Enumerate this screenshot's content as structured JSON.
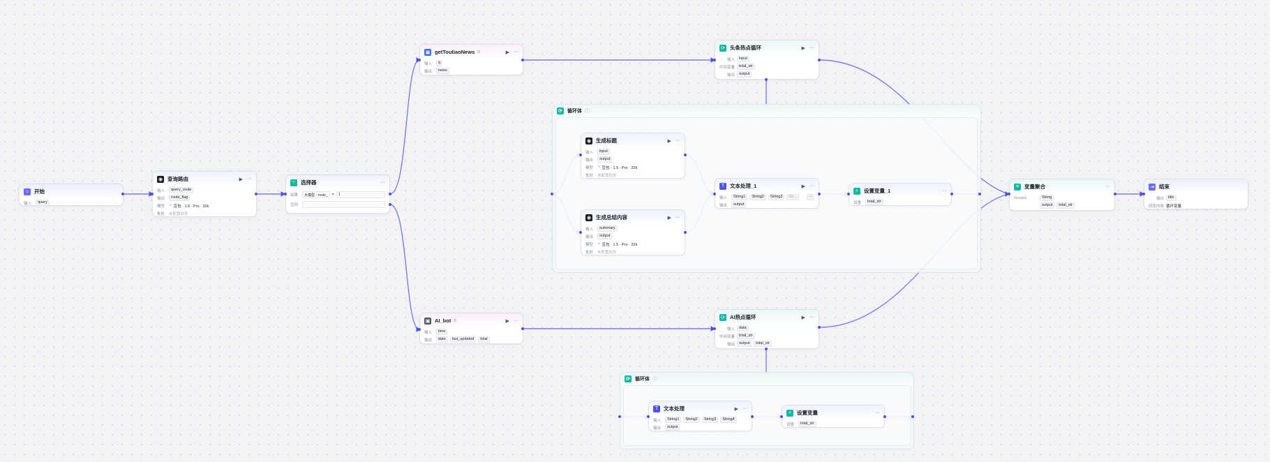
{
  "colors": {
    "edge": "#7b7cf0",
    "port": "#4d53e8",
    "llm_icon": "#1d1d1f",
    "plugin_icon": "#3d6fe0",
    "loop_icon": "#14b8a6",
    "code_icon": "#4d53e8",
    "start_icon": "#6d69f7",
    "bot_icon": "#4e5969"
  },
  "start": {
    "title": "开始",
    "icon": "home-icon",
    "row_label": "输入",
    "output": "query"
  },
  "query_router": {
    "title": "查询路由",
    "icon": "llm-icon",
    "rows": [
      {
        "label": "输入",
        "value": "query_route"
      },
      {
        "label": "输出",
        "value": "route_flag"
      },
      {
        "label": "模型",
        "value": "豆包 · 1.5 · Pro · 32k"
      },
      {
        "label": "批处",
        "value": "未配置批处"
      }
    ]
  },
  "selector": {
    "title": "选择器",
    "icon": "branch-icon",
    "if_label": "如果",
    "cond_left": "大模型 - route_",
    "cond_op": "=",
    "cond_right": "1",
    "else_label": "否则"
  },
  "get_news": {
    "title": "getToutiaoNews",
    "icon": "plugin-icon",
    "in_label": "输入",
    "in": "q",
    "out_label": "输出",
    "out": "news"
  },
  "ai_bot": {
    "title": "AI_bot",
    "icon": "plugin-icon",
    "in_label": "输入",
    "in": "time",
    "out_label": "输出",
    "outs": [
      "date",
      "last_updated",
      "total"
    ]
  },
  "loop_top": {
    "title": "头条热点循环",
    "icon": "loop-icon",
    "in_label": "输入",
    "in": "input",
    "mid_label": "中间变量",
    "mid": "total_str",
    "out_label": "输出",
    "out": "output"
  },
  "loop_bottom": {
    "title": "AI热点循环",
    "icon": "loop-icon",
    "in_label": "输入",
    "in": "data",
    "mid_label": "中间变量",
    "mid": "total_str",
    "out_label": "输出",
    "outs": [
      "output",
      "total_str"
    ]
  },
  "group_top": {
    "title": "循环体"
  },
  "group_bottom": {
    "title": "循环体"
  },
  "gen_title": {
    "title": "生成标题",
    "icon": "llm-icon",
    "rows": [
      {
        "label": "输入",
        "value": "input"
      },
      {
        "label": "输出",
        "value": "output"
      },
      {
        "label": "模型",
        "value": "豆包 · 1.5 · Pro · 32k"
      },
      {
        "label": "批处",
        "value": "未配置批处"
      }
    ]
  },
  "gen_content": {
    "title": "生成总结内容",
    "icon": "llm-icon",
    "rows": [
      {
        "label": "输入",
        "value": "summary"
      },
      {
        "label": "输出",
        "value": "output"
      },
      {
        "label": "模型",
        "value": "豆包 · 1.5 · Pro · 32k"
      },
      {
        "label": "批处",
        "value": "未配置批处"
      }
    ]
  },
  "text_concat_1": {
    "title": "文本处理_1",
    "icon": "text-icon",
    "in_label": "输入",
    "ins": [
      "String1",
      "String2",
      "String3",
      "Str..."
    ],
    "more": "···",
    "out_label": "输出",
    "out": "output"
  },
  "set_var_1": {
    "title": "设置变量_1",
    "icon": "variable-icon",
    "label": "设置",
    "value": "total_str"
  },
  "aggregate": {
    "title": "变量聚合",
    "icon": "aggregate-icon",
    "group_label": "Group1",
    "values": [
      "String",
      "output",
      "total_str"
    ]
  },
  "end": {
    "title": "结束",
    "icon": "end-icon",
    "out_label": "输出",
    "out": "title",
    "reply_label": "回答内容",
    "reply": "循环变量"
  },
  "text_concat": {
    "title": "文本处理",
    "icon": "text-icon",
    "in_label": "输入",
    "ins": [
      "String1",
      "String2",
      "String3",
      "String4"
    ],
    "out_label": "输出",
    "out": "output"
  },
  "set_var": {
    "title": "设置变量",
    "icon": "variable-icon",
    "label": "设置",
    "value": "total_str"
  },
  "actions": {
    "run": "▶",
    "more": "···"
  }
}
